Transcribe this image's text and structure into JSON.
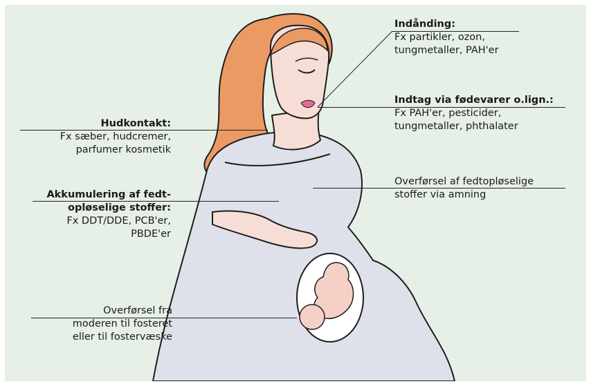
{
  "colors": {
    "background": "#e6f0e6",
    "hair": "#eb9a64",
    "hair_dark": "#c9703e",
    "skin": "#f6ded7",
    "dress": "#dfe1ea",
    "outline": "#1c1c1c",
    "lips": "#e26a90"
  },
  "labels": {
    "indaanding": {
      "heading": "Indånding:",
      "lines": [
        "Fx partikler, ozon,",
        "tungmetaller, PAH'er"
      ]
    },
    "indtag": {
      "heading": "Indtag via fødevarer o.lign.:",
      "lines": [
        "Fx PAH'er, pesticider,",
        "tungmetaller, phthalater"
      ]
    },
    "hudkontakt": {
      "heading": "Hudkontakt:",
      "lines": [
        "Fx sæber, hudcremer,",
        "parfumer kosmetik"
      ]
    },
    "akkumulering": {
      "heading": [
        "Akkumulering af fedt-",
        "opløselige stoffer:"
      ],
      "lines": [
        "Fx DDT/DDE, PCB'er,",
        "PBDE'er"
      ]
    },
    "amning": {
      "lines": [
        "Overførsel af fedtopløselige",
        "stoffer via amning"
      ]
    },
    "foster": {
      "lines": [
        "Overførsel fra",
        "moderen til fosteret",
        "eller til fostervæske"
      ]
    }
  }
}
